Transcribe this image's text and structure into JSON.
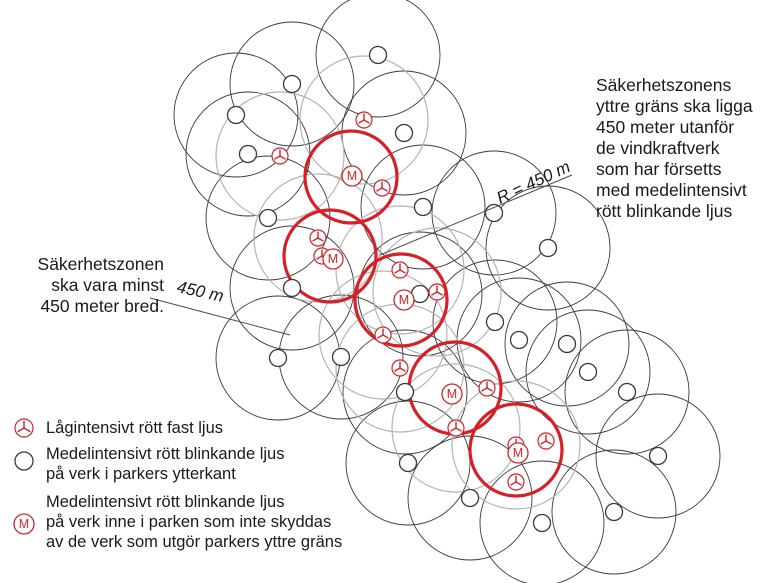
{
  "annotations": {
    "right_note": "Säkerhetszonens\nyttre gräns ska ligga\n450 meter utanför\nde vindkraftverk\nsom har försetts\nmed medelintensivt\nrött blinkande ljus",
    "left_note": "Säkerhetszonen\nska vara minst\n450 meter bred.",
    "radius_label": "R = 450 m",
    "width_label": "450 m"
  },
  "legend": [
    {
      "symbol": "low-intensity-light",
      "label": "Lågintensivt rött fast ljus"
    },
    {
      "symbol": "medium-intensity-perimeter",
      "label": "Medelintensivt rött blinkande ljus\npå verk i parkers ytterkant"
    },
    {
      "symbol": "medium-intensity-interior",
      "label": "Medelintensivt rött blinkande ljus\npå verk inne i parken som inte skyddas\nav de verk som utgör parkers yttre gräns"
    }
  ],
  "marker_text": "M",
  "colors": {
    "red": "#d91f26",
    "dark_circle": "#3a3a3a",
    "light_circle": "#b3b3b3",
    "text": "#1a1a1a"
  }
}
